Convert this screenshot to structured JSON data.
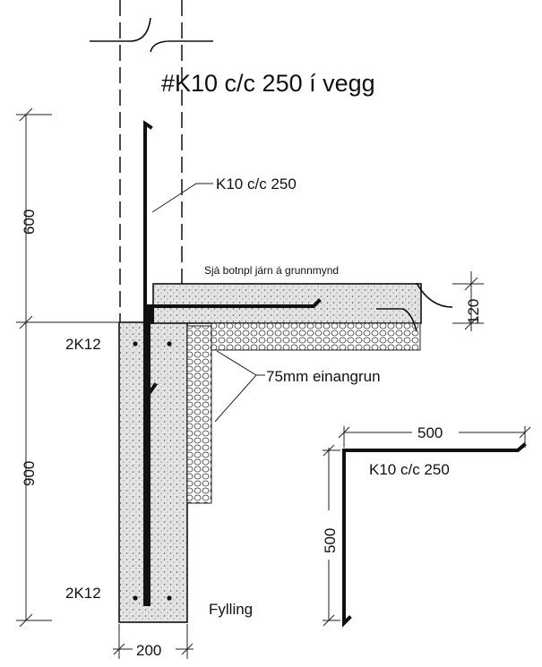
{
  "labels": {
    "wall_rebar_title": "#K10 c/c 250 í vegg",
    "wall_rebar": "K10 c/c 250",
    "slab_note": "Sjá botnpl járn á grunnmynd",
    "slab_thickness": "120",
    "insulation": "75mm einangrun",
    "top_bars": "2K12",
    "bottom_bars": "2K12",
    "fill": "Fylling",
    "footing_width": "200",
    "dim_upper": "600",
    "dim_lower": "900",
    "bar_detail_horizontal": "500",
    "bar_detail_vertical": "500",
    "bar_detail_label": "K10 c/c 250"
  },
  "colors": {
    "line": "#111111",
    "concrete": "#dcdcdc",
    "background": "#ffffff"
  }
}
